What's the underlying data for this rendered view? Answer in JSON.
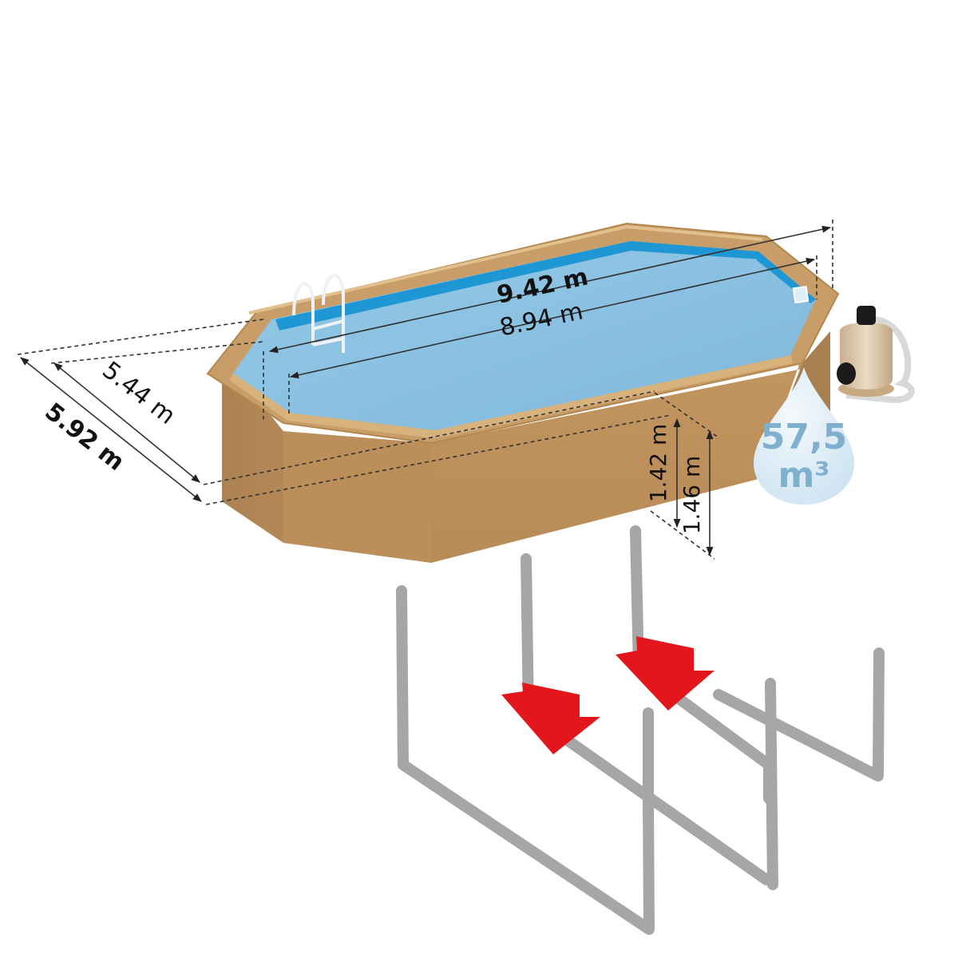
{
  "diagram": {
    "subject": "Above-ground wooden octagonal pool with foundation reinforcement bars",
    "colors": {
      "wood": "#c49a66",
      "wood_dark": "#a87d4e",
      "wood_light": "#ddb985",
      "water": "#8ec4e4",
      "water_edge": "#1f97d4",
      "bar": "#a6a6a6",
      "arrow": "#e3171b",
      "volume_drop": "#dcecf6",
      "volume_text": "#7fb0cf",
      "filter": "#d9c3a6"
    },
    "dimensions": {
      "outer_length": "9.42 m",
      "inner_length": "8.94 m",
      "outer_width": "5.92 m",
      "inner_width": "5.44 m",
      "outer_height": "1.46 m",
      "inner_height": "1.42 m"
    },
    "volume": {
      "value": "57,5",
      "unit": "m³"
    },
    "components": {
      "ladder": "ladder-icon",
      "skimmer": "skimmer-icon",
      "sand_filter": "sand-filter-icon",
      "foundation_bars": 3,
      "arrows": 2
    }
  }
}
